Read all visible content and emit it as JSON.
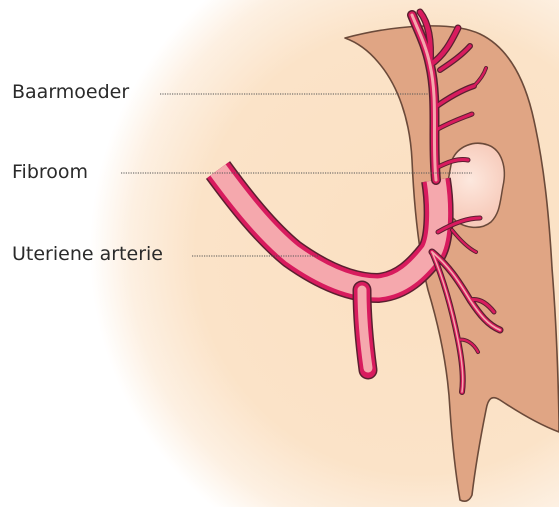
{
  "labels": {
    "uterus": "Baarmoeder",
    "fibroid": "Fibroom",
    "uterine_artery": "Uteriene arterie"
  },
  "colors": {
    "skin_glow": "#fbe3c8",
    "uterus_wall": "#e0a584",
    "uterus_outline": "#6b4a3a",
    "fibroid": "#fbdcd0",
    "artery_fill": "#f5a8ad",
    "artery_rim": "#d81b5e",
    "artery_outline": "#5a2030",
    "leader_line": "#555555",
    "label_text": "#2a2a2a"
  }
}
